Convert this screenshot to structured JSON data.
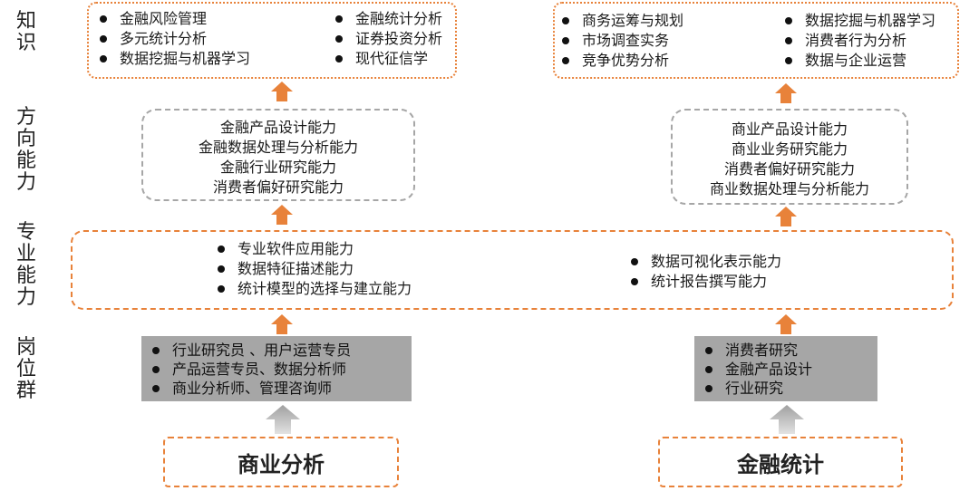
{
  "side_labels": {
    "knowledge": "知\n识",
    "direction": "方\n向\n能\n力",
    "professional": "专\n业\n能\n力",
    "positions": "岗\n位\n群"
  },
  "left": {
    "knowledge_col1": [
      "金融风险管理",
      "多元统计分析",
      "数据挖掘与机器学习"
    ],
    "knowledge_col2": [
      "金融统计分析",
      "证券投资分析",
      "现代征信学"
    ],
    "direction": [
      "金融产品设计能力",
      "金融数据处理与分析能力",
      "金融行业研究能力",
      "消费者偏好研究能力"
    ],
    "positions": [
      "行业研究员 、用户运营专员",
      "产品运营专员、数据分析师",
      "商业分析师、管理咨询师"
    ],
    "major": "商业分析"
  },
  "right": {
    "knowledge_col1": [
      "商务运筹与规划",
      "市场调查实务",
      "竞争优势分析"
    ],
    "knowledge_col2": [
      "数据挖掘与机器学习",
      "消费者行为分析",
      "数据与企业运营"
    ],
    "direction": [
      "商业产品设计能力",
      "商业业务研究能力",
      "消费者偏好研究能力",
      "商业数据处理与分析能力"
    ],
    "positions": [
      "消费者研究",
      "金融产品设计",
      "行业研究"
    ],
    "major": "金融统计"
  },
  "professional": {
    "col1": [
      "专业软件应用能力",
      "数据特征描述能力",
      "统计模型的选择与建立能力"
    ],
    "col2": [
      "数据可视化表示能力",
      "统计报告撰写能力"
    ]
  },
  "colors": {
    "orange": "#e8823a",
    "gray_fill": "#a6a6a6",
    "gray_dash": "#a6a6a6",
    "gray_arrow": "#bfbfbf"
  }
}
